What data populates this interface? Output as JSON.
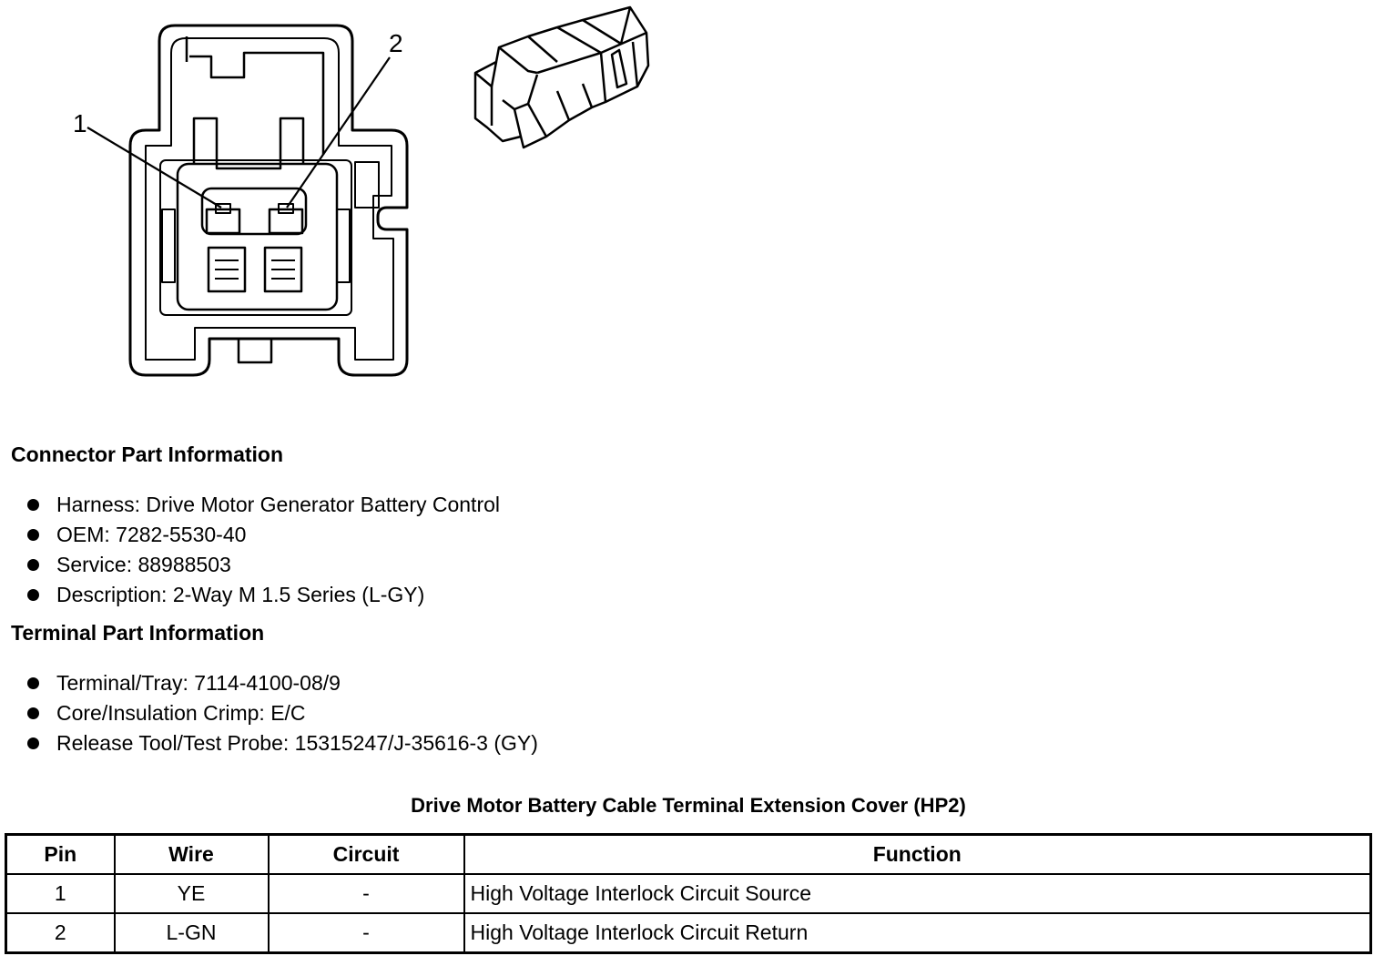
{
  "diagram": {
    "callouts": [
      "1",
      "2"
    ]
  },
  "connector_info": {
    "heading": "Connector Part Information",
    "items": [
      "Harness: Drive Motor Generator Battery Control",
      "OEM: 7282-5530-40",
      "Service: 88988503",
      "Description: 2-Way M 1.5 Series (L-GY)"
    ]
  },
  "terminal_info": {
    "heading": "Terminal Part Information",
    "items": [
      "Terminal/Tray: 7114-4100-08/9",
      "Core/Insulation Crimp: E/C",
      "Release Tool/Test Probe: 15315247/J-35616-3 (GY)"
    ]
  },
  "pin_table": {
    "title": "Drive Motor Battery Cable Terminal Extension Cover (HP2)",
    "headers": [
      "Pin",
      "Wire",
      "Circuit",
      "Function"
    ],
    "rows": [
      [
        "1",
        "YE",
        "-",
        "High Voltage Interlock Circuit Source"
      ],
      [
        "2",
        "L-GN",
        "-",
        "High Voltage Interlock Circuit Return"
      ]
    ]
  }
}
